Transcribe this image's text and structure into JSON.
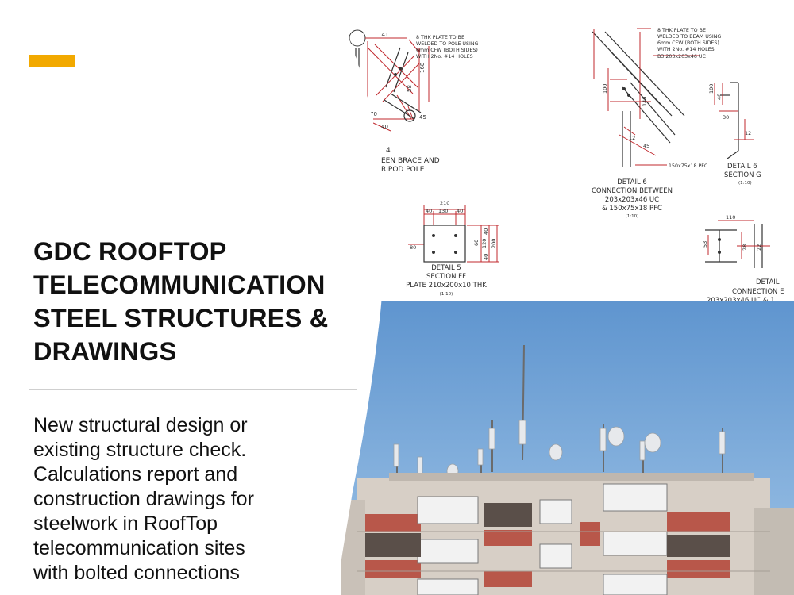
{
  "slide": {
    "title_lines": [
      "GDC ROOFTOP",
      "TELECOMMUNICATION",
      "STEEL STRUCTURES &",
      "DRAWINGS"
    ],
    "body_lines": [
      "New structural design or",
      "existing structure check.",
      "Calculations report and",
      "construction drawings for",
      "steelwork in RoofTop",
      "telecommunication sites",
      "with bolted connections"
    ],
    "accent_color": "#f2a900"
  },
  "drawing": {
    "note_pole": [
      "8 THK  PLATE TO BE",
      "WELDED TO POLE USING",
      "6mm CFW (BOTH SIDES)",
      "WITH 2No. #14  HOLES"
    ],
    "note_beam": [
      "8 THK  PLATE TO BE",
      "WELDED TO BEAM USING",
      "6mm CFW (BOTH SIDES)",
      "WITH 2No. #14  HOLES"
    ],
    "b3_label": "B3 203x203x46  UC",
    "pfc_label": "150x75x18  PFC",
    "detail4": [
      "4",
      "EEN BRACE AND",
      "RIPOD POLE"
    ],
    "detail5": [
      "DETAIL 5",
      "SECTION  FF",
      "PLATE  210x200x10  THK",
      "(1:10)"
    ],
    "detail6": [
      "DETAIL  6",
      "CONNECTION BETWEEN",
      "203x203x46  UC",
      "& 150x75x18  PFC",
      "(1:10)"
    ],
    "detail_right": [
      "DETAIL  6",
      "SECTION  G",
      "(1:10)"
    ],
    "detail_bottom": [
      "DETAIL",
      "CONNECTION  E",
      "203x203x46  UC  &  1"
    ],
    "dims": {
      "d141": "141",
      "d168": "168",
      "d58": "58",
      "d70": "70",
      "d40": "40",
      "d45": "45",
      "d210": "210",
      "d40a": "40",
      "d130": "130",
      "d40b": "40",
      "d40c": "40",
      "d60": "60",
      "d120": "120",
      "d40d": "40",
      "d200": "200",
      "d80": "80",
      "d100": "100",
      "d140": "140",
      "d12": "12",
      "d45b": "45",
      "d100b": "100",
      "d40e": "40",
      "d30": "30",
      "d12b": "12",
      "d110": "110",
      "d53": "53",
      "d28": "28",
      "d22": "22"
    }
  }
}
